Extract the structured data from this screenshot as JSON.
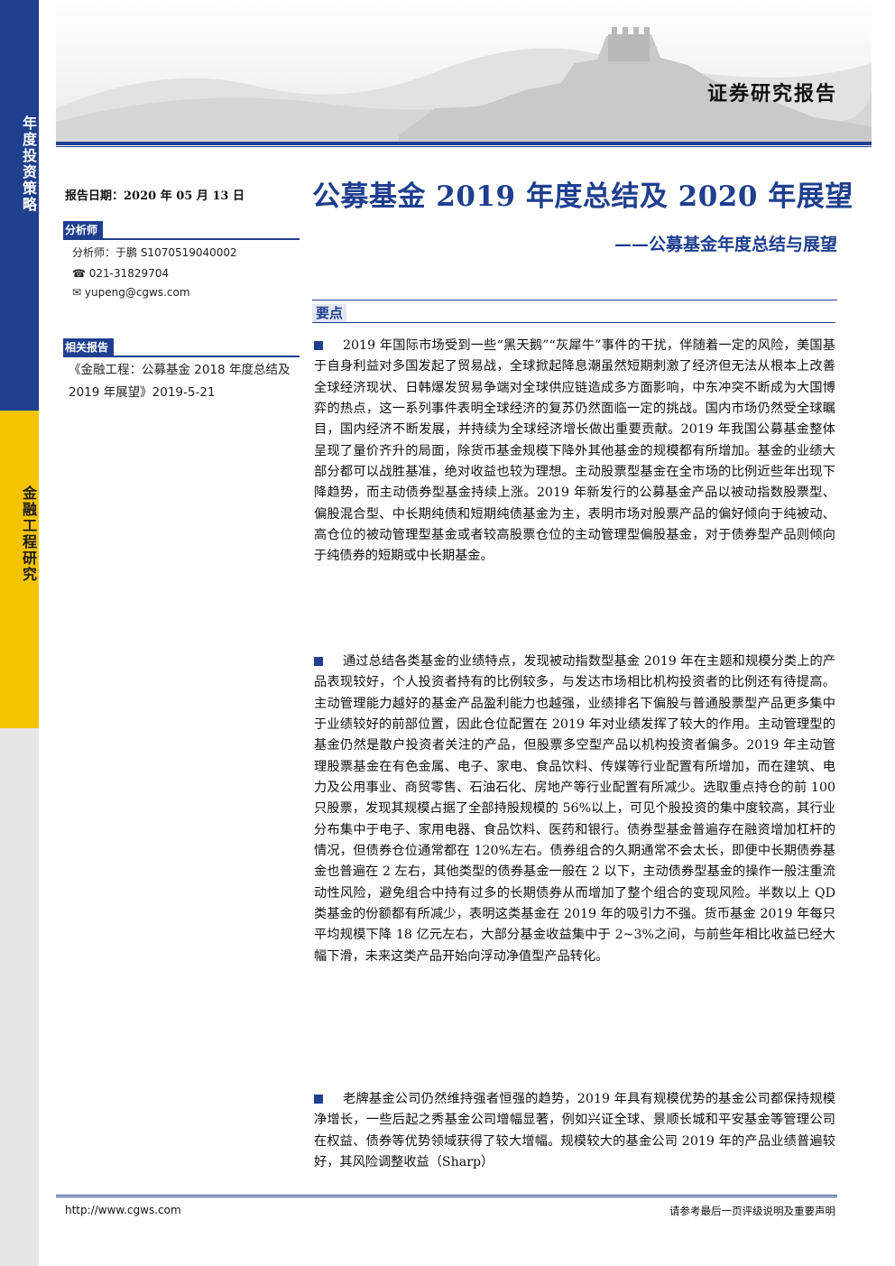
{
  "sidebar": {
    "top_label": "年度投资策略",
    "mid_label": "金融工程研究"
  },
  "header": {
    "title": "证券研究报告"
  },
  "report_date": "报告日期：2020 年 05 月 13 日",
  "analyst": {
    "section_label": "分析师",
    "name_line": "分析师：于鹏 S1070519040002",
    "phone_icon": "☎",
    "phone": "021-31829704",
    "email_icon": "✉",
    "email": "yupeng@cgws.com"
  },
  "related": {
    "section_label": "相关报告",
    "text": "《金融工程：公募基金 2018 年度总结及 2019 年展望》2019-5-21"
  },
  "main": {
    "title": "公募基金 2019 年度总结及 2020 年展望",
    "subtitle": "——公募基金年度总结与展望",
    "key_points_label": "要点",
    "paragraphs": [
      "2019 年国际市场受到一些“黑天鹅”“灰犀牛”事件的干扰，伴随着一定的风险，美国基于自身利益对多国发起了贸易战，全球掀起降息潮虽然短期刺激了经济但无法从根本上改善全球经济现状、日韩爆发贸易争端对全球供应链造成多方面影响，中东冲突不断成为大国博弈的热点，这一系列事件表明全球经济的复苏仍然面临一定的挑战。国内市场仍然受全球瞩目，国内经济不断发展，并持续为全球经济增长做出重要贡献。2019 年我国公募基金整体呈现了量价齐升的局面，除货币基金规模下降外其他基金的规模都有所增加。基金的业绩大部分都可以战胜基准，绝对收益也较为理想。主动股票型基金在全市场的比例近些年出现下降趋势，而主动债券型基金持续上涨。2019 年新发行的公募基金产品以被动指数股票型、偏股混合型、中长期纯债和短期纯债基金为主，表明市场对股票产品的偏好倾向于纯被动、高仓位的被动管理型基金或者较高股票仓位的主动管理型偏股基金，对于债券型产品则倾向于纯债券的短期或中长期基金。",
      "通过总结各类基金的业绩特点，发现被动指数型基金 2019 年在主题和规模分类上的产品表现较好，个人投资者持有的比例较多，与发达市场相比机构投资者的比例还有待提高。主动管理能力越好的基金产品盈利能力也越强，业绩排名下偏股与普通股票型产品更多集中于业绩较好的前部位置，因此仓位配置在 2019 年对业绩发挥了较大的作用。主动管理型的基金仍然是散户投资者关注的产品，但股票多空型产品以机构投资者偏多。2019 年主动管理股票基金在有色金属、电子、家电、食品饮料、传媒等行业配置有所增加，而在建筑、电力及公用事业、商贸零售、石油石化、房地产等行业配置有所减少。选取重点持仓的前 100 只股票，发现其规模占据了全部持股规模的 56%以上，可见个股投资的集中度较高，其行业分布集中于电子、家用电器、食品饮料、医药和银行。债券型基金普遍存在融资增加杠杆的情况，但债券仓位通常都在 120%左右。债券组合的久期通常不会太长，即便中长期债券基金也普遍在 2 左右，其他类型的债券基金一般在 2 以下，主动债券型基金的操作一般注重流动性风险，避免组合中持有过多的长期债券从而增加了整个组合的变现风险。半数以上 QD 类基金的份额都有所减少，表明这类基金在 2019 年的吸引力不强。货币基金 2019 年每只平均规模下降 18 亿元左右，大部分基金收益集中于 2~3%之间，与前些年相比收益已经大幅下滑，未来这类产品开始向浮动净值型产品转化。",
      "老牌基金公司仍然维持强者恒强的趋势，2019 年具有规模优势的基金公司都保持规模净增长，一些后起之秀基金公司增幅显著，例如兴证全球、景顺长城和平安基金等管理公司在权益、债券等优势领域获得了较大增幅。规模较大的基金公司 2019 年的产品业绩普遍较好，其风险调整收益（Sharp）"
    ]
  },
  "footer": {
    "url": "http://www.cgws.com",
    "note": "请参考最后一页评级说明及重要声明"
  },
  "colors": {
    "brand_blue": "#1f3f8f",
    "accent_yellow": "#f5c400",
    "gray": "#e6e6e6"
  }
}
